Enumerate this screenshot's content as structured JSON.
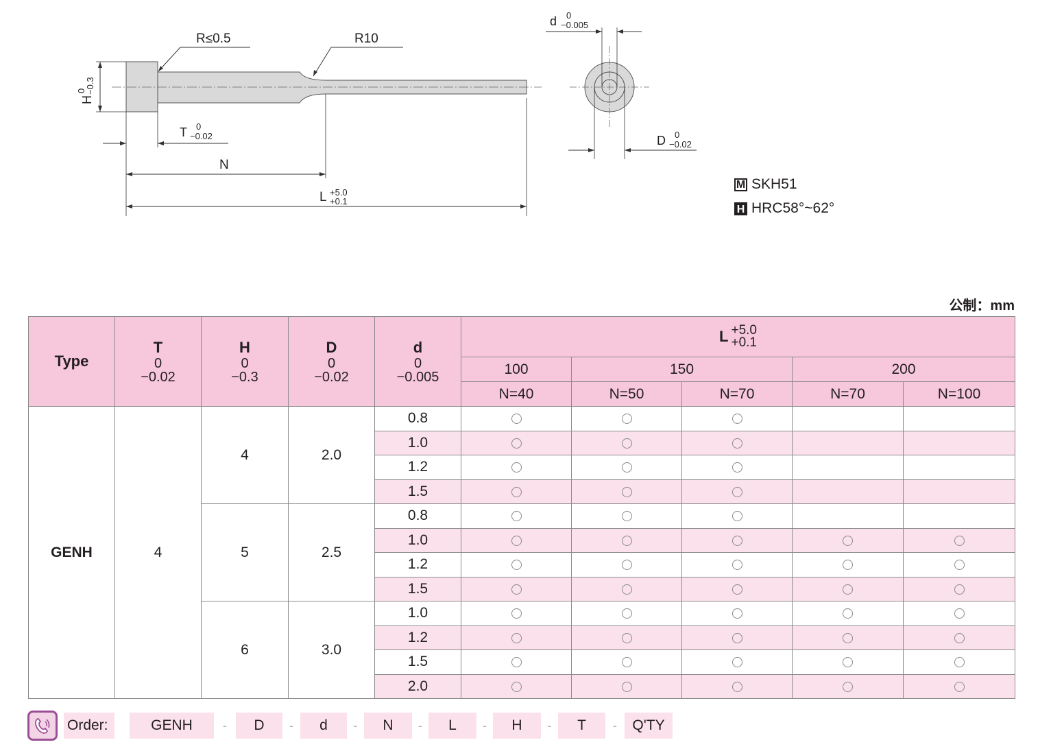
{
  "drawing": {
    "side_view": {
      "r_head": "R≤0.5",
      "r_transition": "R10",
      "h_label": "H",
      "h_tol_upper": "0",
      "h_tol_lower": "−0.3",
      "t_label": "T",
      "t_tol_upper": "0",
      "t_tol_lower": "−0.02",
      "n_label": "N",
      "l_label": "L",
      "l_tol_upper": "+5.0",
      "l_tol_lower": "+0.1"
    },
    "end_view": {
      "d_small_label": "d",
      "d_small_tol_upper": "0",
      "d_small_tol_lower": "−0.005",
      "d_large_label": "D",
      "d_large_tol_upper": "0",
      "d_large_tol_lower": "−0.02"
    }
  },
  "specs": {
    "material_badge": "M",
    "material": "SKH51",
    "hardness_badge": "H",
    "hardness": "HRC58°~62°"
  },
  "unit_label": "公制：mm",
  "table": {
    "headers": {
      "type": "Type",
      "t": {
        "label": "T",
        "tol_upper": "0",
        "tol_lower": "−0.02"
      },
      "h": {
        "label": "H",
        "tol_upper": "0",
        "tol_lower": "−0.3"
      },
      "d_big": {
        "label": "D",
        "tol_upper": "0",
        "tol_lower": "−0.02"
      },
      "d_small": {
        "label": "d",
        "tol_upper": "0",
        "tol_lower": "−0.005"
      },
      "l": {
        "label": "L",
        "tol_upper": "+5.0",
        "tol_lower": "+0.1"
      },
      "l_values": [
        "100",
        "150",
        "200"
      ],
      "n_values": [
        "N=40",
        "N=50",
        "N=70",
        "N=70",
        "N=100"
      ]
    },
    "type_value": "GENH",
    "t_value": "4",
    "groups": [
      {
        "h": "4",
        "D": "2.0",
        "rows": [
          {
            "d": "0.8",
            "avail": [
              true,
              true,
              true,
              false,
              false
            ]
          },
          {
            "d": "1.0",
            "avail": [
              true,
              true,
              true,
              false,
              false
            ]
          },
          {
            "d": "1.2",
            "avail": [
              true,
              true,
              true,
              false,
              false
            ]
          },
          {
            "d": "1.5",
            "avail": [
              true,
              true,
              true,
              false,
              false
            ]
          }
        ]
      },
      {
        "h": "5",
        "D": "2.5",
        "rows": [
          {
            "d": "0.8",
            "avail": [
              true,
              true,
              true,
              false,
              false
            ]
          },
          {
            "d": "1.0",
            "avail": [
              true,
              true,
              true,
              true,
              true
            ]
          },
          {
            "d": "1.2",
            "avail": [
              true,
              true,
              true,
              true,
              true
            ]
          },
          {
            "d": "1.5",
            "avail": [
              true,
              true,
              true,
              true,
              true
            ]
          }
        ]
      },
      {
        "h": "6",
        "D": "3.0",
        "rows": [
          {
            "d": "1.0",
            "avail": [
              true,
              true,
              true,
              true,
              true
            ]
          },
          {
            "d": "1.2",
            "avail": [
              true,
              true,
              true,
              true,
              true
            ]
          },
          {
            "d": "1.5",
            "avail": [
              true,
              true,
              true,
              true,
              true
            ]
          },
          {
            "d": "2.0",
            "avail": [
              true,
              true,
              true,
              true,
              true
            ]
          }
        ]
      }
    ]
  },
  "order": {
    "label": "Order:",
    "separator": "-",
    "fields": [
      "GENH",
      "D",
      "d",
      "N",
      "L",
      "H",
      "T",
      "Q'TY"
    ]
  },
  "colors": {
    "header_pink": "#f7c7dc",
    "row_pink": "#fbe1ec",
    "icon_purple": "#9b4d96"
  }
}
